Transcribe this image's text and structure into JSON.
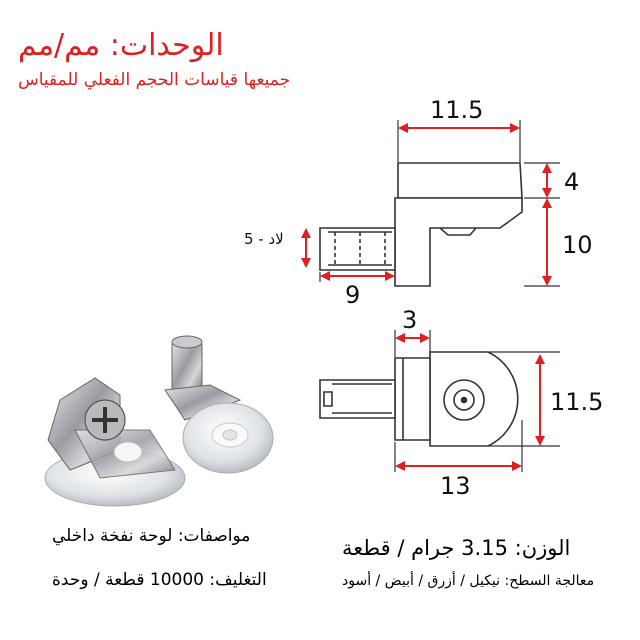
{
  "header": {
    "units": "الوحدات: مم/مم",
    "note": "جميعها قياسات الحجم الفعلي للمقياس"
  },
  "dimensions": {
    "top_width": "11.5",
    "cap_height": "4",
    "body_height": "10",
    "pin_dia": "5 - لاد",
    "pin_length": "9",
    "bottom_neck": "3",
    "bottom_height": "11.5",
    "bottom_length": "13"
  },
  "specs": {
    "material": "مواصفات: لوحة نفخة داخلي",
    "weight": "الوزن: 3.15 جرام / قطعة",
    "packing": "التغليف: 10000 قطعة / وحدة",
    "finish": "معالجة السطح: نيكيل / أزرق / أبيض / أسود"
  },
  "colors": {
    "accent_red": "#e02020",
    "dimension_red": "#e02020",
    "line_black": "#222222"
  }
}
